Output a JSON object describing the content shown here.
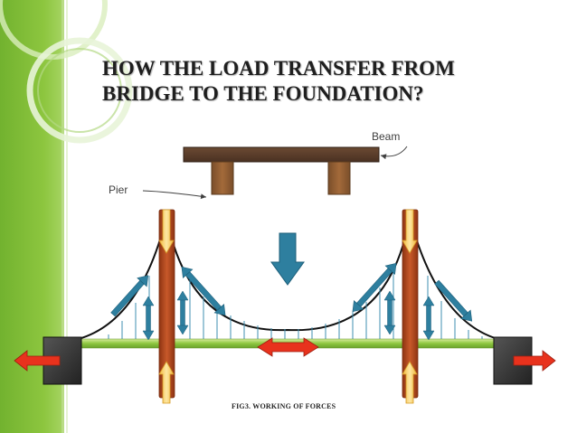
{
  "slide": {
    "title_line1": "HOW THE LOAD TRANSFER FROM",
    "title_line2": "BRIDGE TO THE FOUNDATION?",
    "caption": "FIG3. WORKING OF FORCES"
  },
  "labels": {
    "beam": "Beam",
    "pier": "Pier"
  },
  "colors": {
    "left_bar_green": "#8dc63f",
    "beam_wood": "#5a3d2b",
    "pier_wood": "#8b5a2b",
    "tower": "#b5481f",
    "deck": "#8cc63f",
    "cable_blue": "#2e7f9f",
    "compression_arrow": "#f4c55a",
    "tension_arrow": "#e8321d",
    "anchor_block": "#3a3a3a"
  }
}
